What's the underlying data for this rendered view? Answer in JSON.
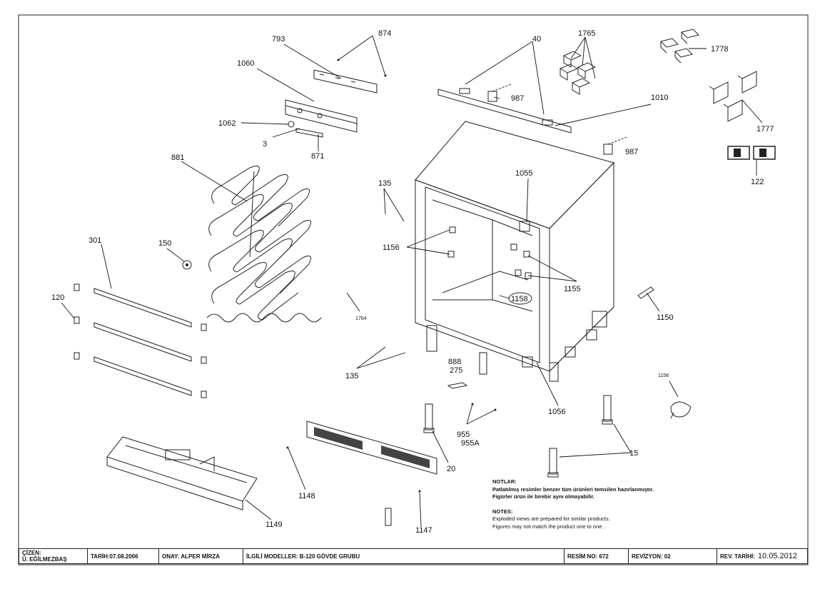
{
  "callouts": {
    "c874": "874",
    "c793": "793",
    "c40": "40",
    "c1765": "1765",
    "c1778": "1778",
    "c1060": "1060",
    "c987a": "987",
    "c1010": "1010",
    "c1777": "1777",
    "c1062": "1062",
    "c3": "3",
    "c871": "871",
    "c987b": "987",
    "c122": "122",
    "c881": "881",
    "c1055": "1055",
    "c135a": "135",
    "c1156": "1156",
    "c301": "301",
    "c150": "150",
    "c1155": "1155",
    "c1158a": "1158",
    "c120": "120",
    "c1764": "1764",
    "c1150": "1150",
    "c135b": "135",
    "c888": "888",
    "c275": "275",
    "c1158b": "1158",
    "c1056": "1056",
    "c955": "955",
    "c955A": "955A",
    "c20": "20",
    "c15": "15",
    "c1148": "1148",
    "c1149": "1149",
    "c1147": "1147"
  },
  "notes": {
    "heading_tr": "NOTLAR:",
    "line1_tr": "Patlatılmış resimler benzer tüm ürünleri temsilen hazırlanmıştır.",
    "line2_tr": "Figürler ürün ile birebir aynı olmayabilir.",
    "heading_en": "NOTES:",
    "line1_en": "Exploded views are prepared for similar products.",
    "line2_en": "Figures may not match the product one to one ."
  },
  "title_block": {
    "drawn_by_label": "ÇİZEN:",
    "drawn_by": "Ü. EĞİLMEZBAŞ",
    "date": "TARİH:07.08.2006",
    "approval": "ONAY: ALPER MİRZA",
    "models": "İLGİLİ MODELLER: B-120 GÖVDE GRUBU",
    "drawing_no": "RESİM NO: 672",
    "revision": "REVİZYON: 02",
    "rev_date_label": "REV. TARİHİ:",
    "rev_date": "10.05.2012"
  }
}
